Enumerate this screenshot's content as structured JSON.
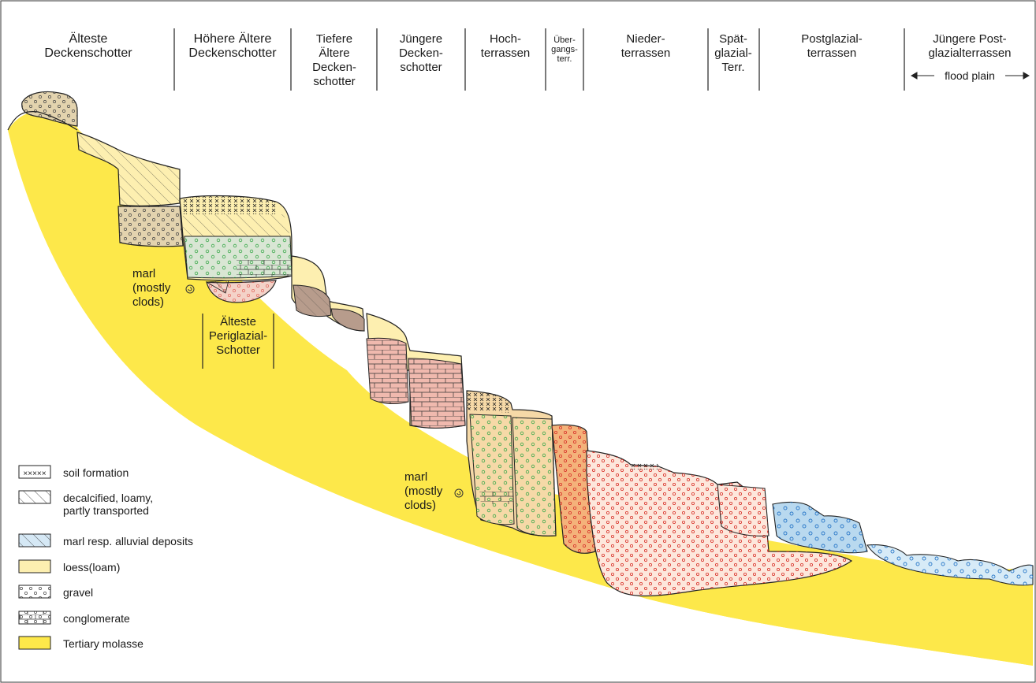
{
  "headers": [
    {
      "lines": [
        "Älteste",
        "Deckenschotter"
      ]
    },
    {
      "lines": [
        "Höhere Ältere",
        "Deckenschotter"
      ]
    },
    {
      "lines": [
        "Tiefere",
        "Ältere",
        "Decken-",
        "schotter"
      ]
    },
    {
      "lines": [
        "Jüngere",
        "Decken-",
        "schotter"
      ]
    },
    {
      "lines": [
        "Hoch-",
        "terrassen"
      ]
    },
    {
      "lines": [
        "Über-",
        "gangs-",
        "terr."
      ]
    },
    {
      "lines": [
        "Nieder-",
        "terrassen"
      ]
    },
    {
      "lines": [
        "Spät-",
        "glazial-",
        "Terr."
      ]
    },
    {
      "lines": [
        "Postglazial-",
        "terrassen"
      ]
    },
    {
      "lines": [
        "Jüngere Post-",
        "glazialterrassen"
      ]
    }
  ],
  "flood_plain": "flood plain",
  "annotations": {
    "marl_upper": [
      "marl",
      "(mostly",
      "clods)"
    ],
    "marl_lower": [
      "marl",
      "(mostly",
      "clods)"
    ],
    "periglazial": [
      "Älteste",
      "Periglazial-",
      "Schotter"
    ]
  },
  "legend": [
    {
      "pattern": "soil",
      "label_lines": [
        "soil formation"
      ]
    },
    {
      "pattern": "decalc",
      "label_lines": [
        "decalcified, loamy,",
        "partly transported"
      ]
    },
    {
      "pattern": "marl",
      "label_lines": [
        "marl resp. alluvial deposits"
      ]
    },
    {
      "pattern": "loess",
      "label_lines": [
        "loess(loam)"
      ]
    },
    {
      "pattern": "gravel",
      "label_lines": [
        "gravel"
      ]
    },
    {
      "pattern": "conglomerate",
      "label_lines": [
        "conglomerate"
      ]
    },
    {
      "pattern": "molasse",
      "label_lines": [
        "Tertiary molasse"
      ]
    }
  ],
  "colors": {
    "molasse": "#fde84a",
    "loess": "#fdefb0",
    "gravel_old": "#e3d3ae",
    "periglazial": "#f4d2c8",
    "higher_older": "#d9e6d4",
    "lower_older": "#b79c8c",
    "younger": "#f0b9ae",
    "hochterrasse": "#f6d9a7",
    "uebergang": "#f4b27a",
    "niederterrasse": "#fde7dc",
    "postglazial": "#b9d9ef",
    "young_postglazial": "#d7ebf7",
    "red_dots": "#d8322a",
    "green_dots": "#3aa84a",
    "blue_dots": "#2a78c8"
  }
}
